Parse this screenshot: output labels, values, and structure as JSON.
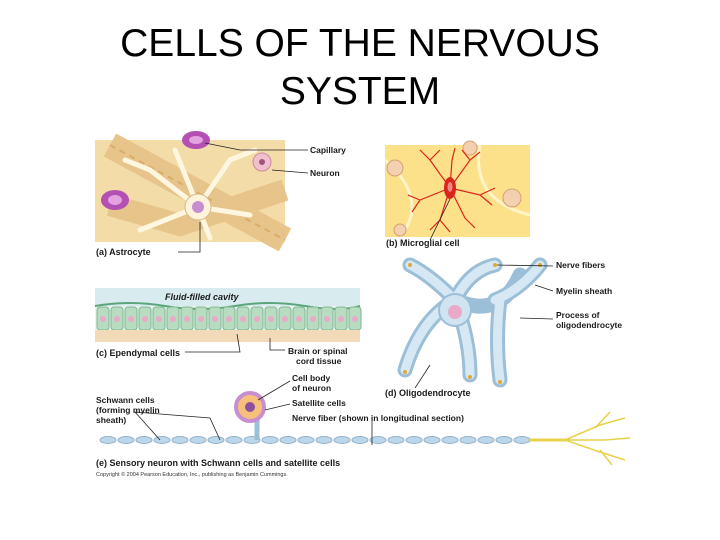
{
  "slide": {
    "title_line1": "CELLS OF THE NERVOUS",
    "title_line2": "SYSTEM"
  },
  "figure": {
    "astrocyte": {
      "capillary": "Capillary",
      "neuron": "Neuron",
      "caption": "(a) Astrocyte"
    },
    "microglial": {
      "caption": "(b) Microglial cell"
    },
    "ependymal": {
      "cavity": "Fluid-filled cavity",
      "caption": "(c) Ependymal cells",
      "tissue_1": "Brain or spinal",
      "tissue_2": "cord tissue"
    },
    "oligodendrocyte": {
      "nerve_fibers": "Nerve fibers",
      "myelin_sheath": "Myelin sheath",
      "process_1": "Process of",
      "process_2": "oligodendrocyte",
      "caption": "(d) Oligodendrocyte"
    },
    "sensory": {
      "cell_body_1": "Cell body",
      "cell_body_2": "of neuron",
      "satellite": "Satellite cells",
      "fiber": "Nerve fiber (shown in longitudinal section)",
      "schwann_1": "Schwann cells",
      "schwann_2": "(forming myelin",
      "schwann_3": "sheath)",
      "caption": "(e) Sensory neuron with Schwann cells and satellite cells"
    },
    "copyright": "Copyright © 2004 Pearson Education, Inc., publishing as Benjamin Cummings."
  },
  "colors": {
    "astro_bg": "#f3dca8",
    "micro_bg": "#fce08a",
    "microglia": "#d9261c",
    "myelin": "#bcd7ea",
    "ependyma": "#b8dcc0",
    "cell_nucleus": "#e9a9c9"
  }
}
